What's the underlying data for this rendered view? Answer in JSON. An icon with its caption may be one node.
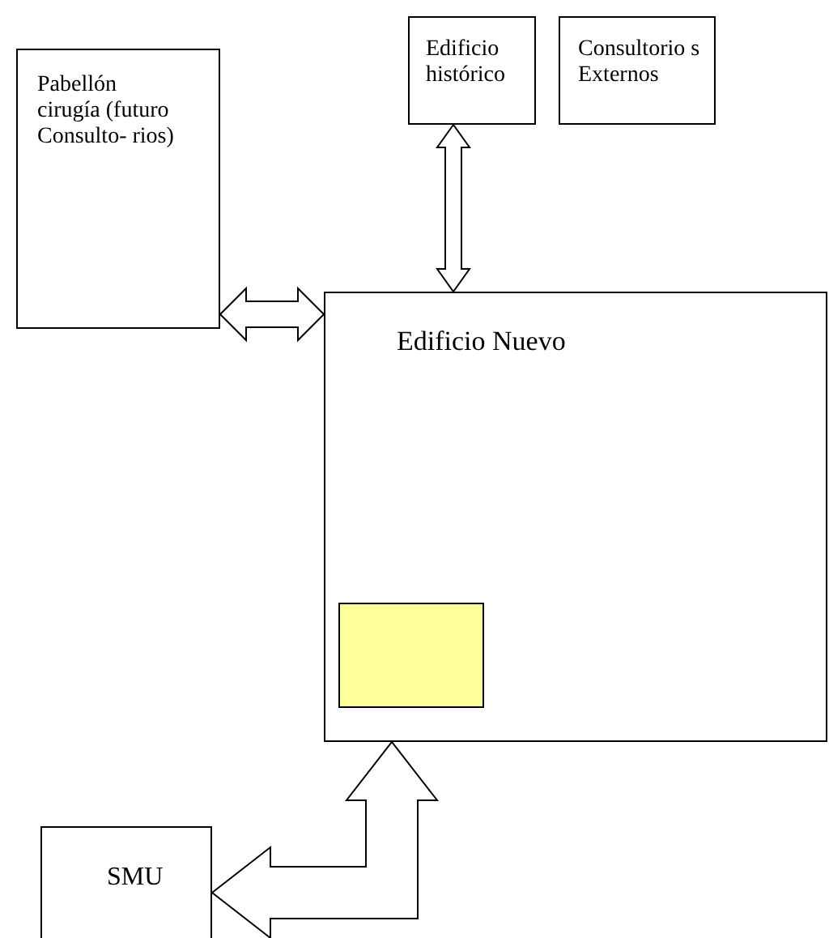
{
  "diagram": {
    "nodes": [
      {
        "text": [
          "Pabellón cirugía (futuro Consulto- rios)"
        ]
      },
      {
        "text": [
          "Edificio histórico"
        ]
      },
      {
        "text": [
          "Consultorio s Externos"
        ]
      },
      {
        "text": [
          "Edificio Nuevo"
        ]
      },
      {
        "text": [],
        "shape": "box",
        "in": 3
      },
      {
        "text": [
          "SMU"
        ]
      }
    ],
    "edges": [
      {
        "from": 1,
        "to": 3,
        "arrow": "both"
      },
      {
        "from": 0,
        "to": 3,
        "arrow": "both"
      },
      {
        "from": 5,
        "to": 3,
        "arrow": "both"
      }
    ]
  }
}
